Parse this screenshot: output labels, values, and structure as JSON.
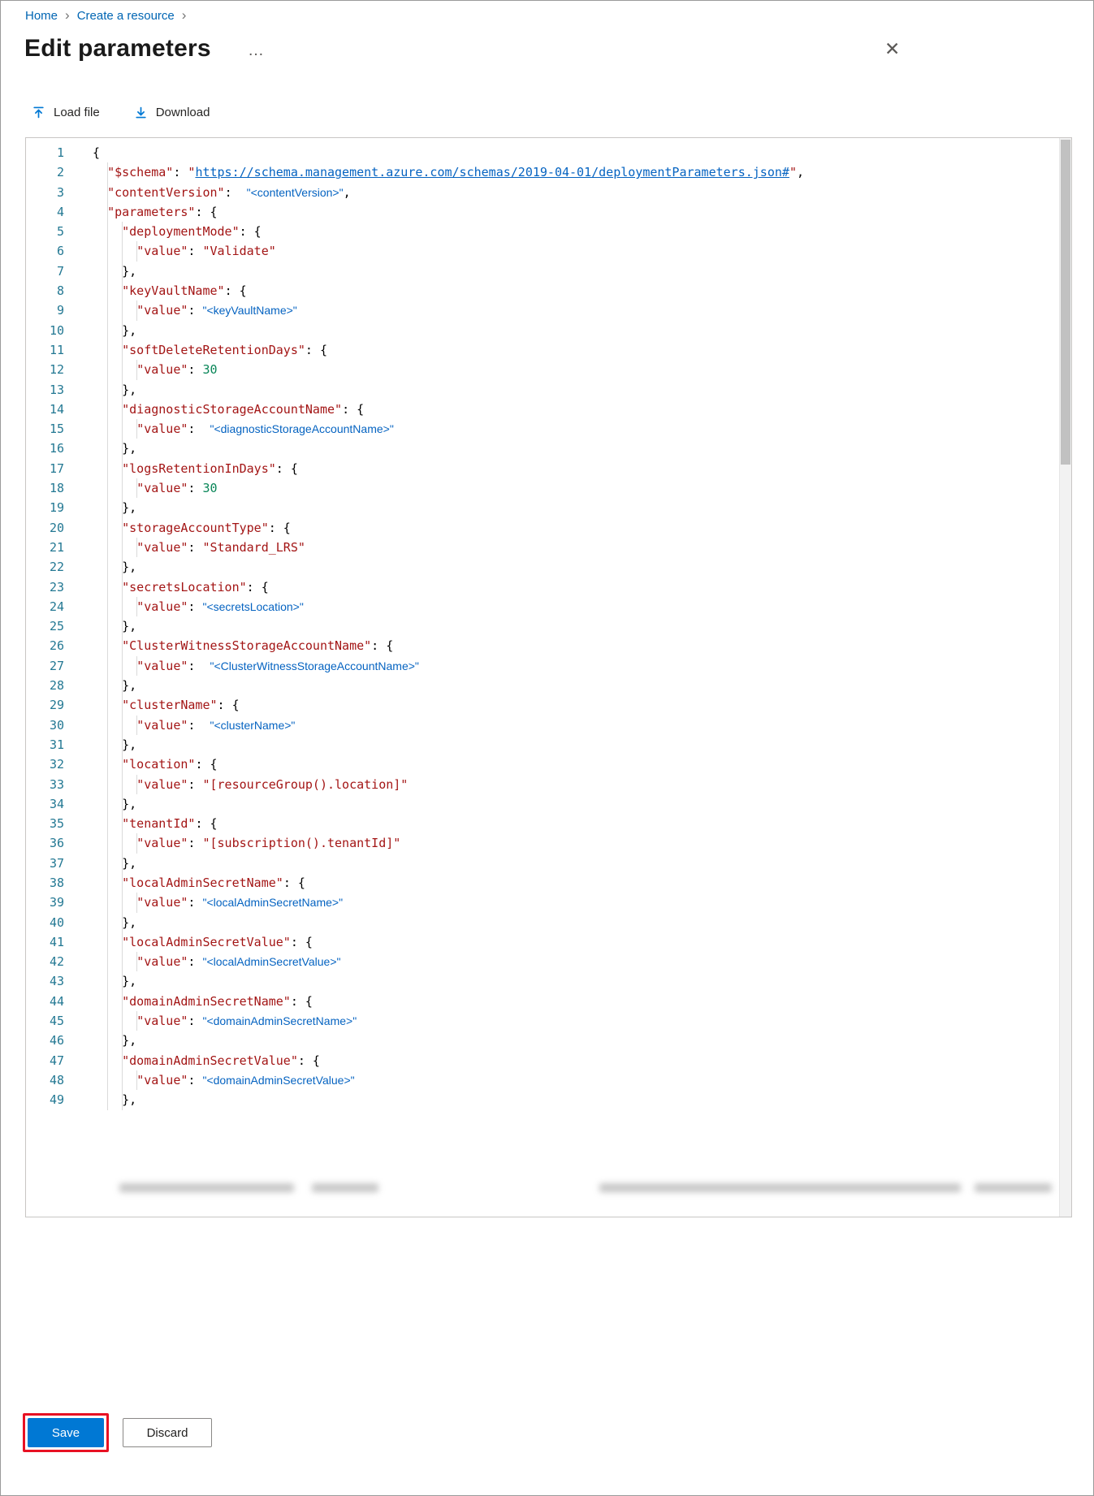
{
  "breadcrumb": {
    "separator": "›",
    "items": [
      {
        "label": "Home"
      },
      {
        "label": "Create a resource"
      }
    ]
  },
  "header": {
    "title": "Edit parameters",
    "ellipsis": "…",
    "close_glyph": "✕"
  },
  "toolbar": {
    "load_file_label": "Load file",
    "download_label": "Download"
  },
  "colors": {
    "accent": "#0078d4",
    "link": "#0065b3",
    "annotation_red": "#e81123",
    "line_number": "#237893"
  },
  "editor": {
    "colors": {
      "p": "#000000",
      "s": "#a31515",
      "n": "#098658",
      "u": "#0563c1",
      "ph": "#0563c1"
    },
    "lines": [
      {
        "n": 1,
        "ind": 0,
        "t": [
          [
            "p",
            "{"
          ]
        ]
      },
      {
        "n": 2,
        "ind": 2,
        "t": [
          [
            "s",
            "\"$schema\""
          ],
          [
            "p",
            ": "
          ],
          [
            "s",
            "\""
          ],
          [
            "u",
            "https://schema.management.azure.com/schemas/2019-04-01/deploymentParameters.json#"
          ],
          [
            "s",
            "\""
          ],
          [
            "p",
            ","
          ]
        ]
      },
      {
        "n": 3,
        "ind": 2,
        "t": [
          [
            "s",
            "\"contentVersion\""
          ],
          [
            "p",
            ":  "
          ],
          [
            "ph",
            "\"<contentVersion>\""
          ],
          [
            "p",
            ","
          ]
        ]
      },
      {
        "n": 4,
        "ind": 2,
        "t": [
          [
            "s",
            "\"parameters\""
          ],
          [
            "p",
            ": {"
          ]
        ]
      },
      {
        "n": 5,
        "ind": 4,
        "t": [
          [
            "s",
            "\"deploymentMode\""
          ],
          [
            "p",
            ": {"
          ]
        ]
      },
      {
        "n": 6,
        "ind": 6,
        "t": [
          [
            "s",
            "\"value\""
          ],
          [
            "p",
            ": "
          ],
          [
            "s",
            "\"Validate\""
          ]
        ]
      },
      {
        "n": 7,
        "ind": 4,
        "t": [
          [
            "p",
            "},"
          ]
        ]
      },
      {
        "n": 8,
        "ind": 4,
        "t": [
          [
            "s",
            "\"keyVaultName\""
          ],
          [
            "p",
            ": {"
          ]
        ]
      },
      {
        "n": 9,
        "ind": 6,
        "t": [
          [
            "s",
            "\"value\""
          ],
          [
            "p",
            ": "
          ],
          [
            "ph",
            "\"<keyVaultName>\""
          ]
        ]
      },
      {
        "n": 10,
        "ind": 4,
        "t": [
          [
            "p",
            "},"
          ]
        ]
      },
      {
        "n": 11,
        "ind": 4,
        "t": [
          [
            "s",
            "\"softDeleteRetentionDays\""
          ],
          [
            "p",
            ": {"
          ]
        ]
      },
      {
        "n": 12,
        "ind": 6,
        "t": [
          [
            "s",
            "\"value\""
          ],
          [
            "p",
            ": "
          ],
          [
            "n",
            "30"
          ]
        ]
      },
      {
        "n": 13,
        "ind": 4,
        "t": [
          [
            "p",
            "},"
          ]
        ]
      },
      {
        "n": 14,
        "ind": 4,
        "t": [
          [
            "s",
            "\"diagnosticStorageAccountName\""
          ],
          [
            "p",
            ": {"
          ]
        ]
      },
      {
        "n": 15,
        "ind": 6,
        "t": [
          [
            "s",
            "\"value\""
          ],
          [
            "p",
            ":  "
          ],
          [
            "ph",
            "\"<diagnosticStorageAccountName>\""
          ]
        ]
      },
      {
        "n": 16,
        "ind": 4,
        "t": [
          [
            "p",
            "},"
          ]
        ]
      },
      {
        "n": 17,
        "ind": 4,
        "t": [
          [
            "s",
            "\"logsRetentionInDays\""
          ],
          [
            "p",
            ": {"
          ]
        ]
      },
      {
        "n": 18,
        "ind": 6,
        "t": [
          [
            "s",
            "\"value\""
          ],
          [
            "p",
            ": "
          ],
          [
            "n",
            "30"
          ]
        ]
      },
      {
        "n": 19,
        "ind": 4,
        "t": [
          [
            "p",
            "},"
          ]
        ]
      },
      {
        "n": 20,
        "ind": 4,
        "t": [
          [
            "s",
            "\"storageAccountType\""
          ],
          [
            "p",
            ": {"
          ]
        ]
      },
      {
        "n": 21,
        "ind": 6,
        "t": [
          [
            "s",
            "\"value\""
          ],
          [
            "p",
            ": "
          ],
          [
            "s",
            "\"Standard_LRS\""
          ]
        ]
      },
      {
        "n": 22,
        "ind": 4,
        "t": [
          [
            "p",
            "},"
          ]
        ]
      },
      {
        "n": 23,
        "ind": 4,
        "t": [
          [
            "s",
            "\"secretsLocation\""
          ],
          [
            "p",
            ": {"
          ]
        ]
      },
      {
        "n": 24,
        "ind": 6,
        "t": [
          [
            "s",
            "\"value\""
          ],
          [
            "p",
            ": "
          ],
          [
            "ph",
            "\"<secretsLocation>\""
          ]
        ]
      },
      {
        "n": 25,
        "ind": 4,
        "t": [
          [
            "p",
            "},"
          ]
        ]
      },
      {
        "n": 26,
        "ind": 4,
        "t": [
          [
            "s",
            "\"ClusterWitnessStorageAccountName\""
          ],
          [
            "p",
            ": {"
          ]
        ]
      },
      {
        "n": 27,
        "ind": 6,
        "t": [
          [
            "s",
            "\"value\""
          ],
          [
            "p",
            ":  "
          ],
          [
            "ph",
            "\"<ClusterWitnessStorageAccountName>\""
          ]
        ]
      },
      {
        "n": 28,
        "ind": 4,
        "t": [
          [
            "p",
            "},"
          ]
        ]
      },
      {
        "n": 29,
        "ind": 4,
        "t": [
          [
            "s",
            "\"clusterName\""
          ],
          [
            "p",
            ": {"
          ]
        ]
      },
      {
        "n": 30,
        "ind": 6,
        "t": [
          [
            "s",
            "\"value\""
          ],
          [
            "p",
            ":  "
          ],
          [
            "ph",
            "\"<clusterName>\""
          ]
        ]
      },
      {
        "n": 31,
        "ind": 4,
        "t": [
          [
            "p",
            "},"
          ]
        ]
      },
      {
        "n": 32,
        "ind": 4,
        "t": [
          [
            "s",
            "\"location\""
          ],
          [
            "p",
            ": {"
          ]
        ]
      },
      {
        "n": 33,
        "ind": 6,
        "t": [
          [
            "s",
            "\"value\""
          ],
          [
            "p",
            ": "
          ],
          [
            "s",
            "\"[resourceGroup().location]\""
          ]
        ]
      },
      {
        "n": 34,
        "ind": 4,
        "t": [
          [
            "p",
            "},"
          ]
        ]
      },
      {
        "n": 35,
        "ind": 4,
        "t": [
          [
            "s",
            "\"tenantId\""
          ],
          [
            "p",
            ": {"
          ]
        ]
      },
      {
        "n": 36,
        "ind": 6,
        "t": [
          [
            "s",
            "\"value\""
          ],
          [
            "p",
            ": "
          ],
          [
            "s",
            "\"[subscription().tenantId]\""
          ]
        ]
      },
      {
        "n": 37,
        "ind": 4,
        "t": [
          [
            "p",
            "},"
          ]
        ]
      },
      {
        "n": 38,
        "ind": 4,
        "t": [
          [
            "s",
            "\"localAdminSecretName\""
          ],
          [
            "p",
            ": {"
          ]
        ]
      },
      {
        "n": 39,
        "ind": 6,
        "t": [
          [
            "s",
            "\"value\""
          ],
          [
            "p",
            ": "
          ],
          [
            "ph",
            "\"<localAdminSecretName>\""
          ]
        ]
      },
      {
        "n": 40,
        "ind": 4,
        "t": [
          [
            "p",
            "},"
          ]
        ]
      },
      {
        "n": 41,
        "ind": 4,
        "t": [
          [
            "s",
            "\"localAdminSecretValue\""
          ],
          [
            "p",
            ": {"
          ]
        ]
      },
      {
        "n": 42,
        "ind": 6,
        "t": [
          [
            "s",
            "\"value\""
          ],
          [
            "p",
            ": "
          ],
          [
            "ph",
            "\"<localAdminSecretValue>\""
          ]
        ]
      },
      {
        "n": 43,
        "ind": 4,
        "t": [
          [
            "p",
            "},"
          ]
        ]
      },
      {
        "n": 44,
        "ind": 4,
        "t": [
          [
            "s",
            "\"domainAdminSecretName\""
          ],
          [
            "p",
            ": {"
          ]
        ]
      },
      {
        "n": 45,
        "ind": 6,
        "t": [
          [
            "s",
            "\"value\""
          ],
          [
            "p",
            ": "
          ],
          [
            "ph",
            "\"<domainAdminSecretName>\""
          ]
        ]
      },
      {
        "n": 46,
        "ind": 4,
        "t": [
          [
            "p",
            "},"
          ]
        ]
      },
      {
        "n": 47,
        "ind": 4,
        "t": [
          [
            "s",
            "\"domainAdminSecretValue\""
          ],
          [
            "p",
            ": {"
          ]
        ]
      },
      {
        "n": 48,
        "ind": 6,
        "t": [
          [
            "s",
            "\"value\""
          ],
          [
            "p",
            ": "
          ],
          [
            "ph",
            "\"<domainAdminSecretValue>\""
          ]
        ]
      },
      {
        "n": 49,
        "ind": 4,
        "t": [
          [
            "p",
            "},"
          ]
        ]
      }
    ]
  },
  "footer": {
    "save_label": "Save",
    "discard_label": "Discard"
  }
}
